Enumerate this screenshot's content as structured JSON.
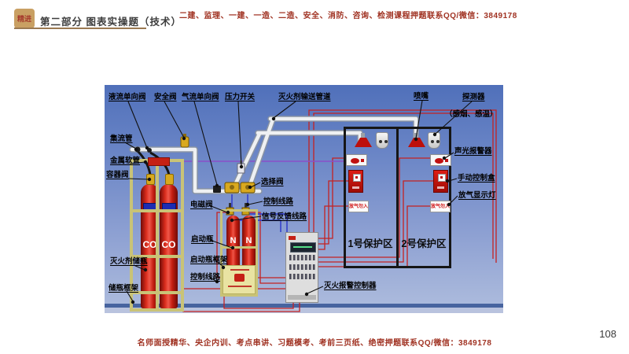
{
  "header": {
    "logo_text": "精进",
    "section_title": "第二部分 图表实操题（技术）",
    "promo_text": "二建、监理、一建、一造、二造、安全、消防、咨询、检测课程押题联系QQ/微信：3849178"
  },
  "footer": {
    "promo_text": "名师面授精华、央企内训、考点串讲、习题模考、考前三页纸、绝密押题联系QQ/微信：3849178",
    "page_number": "108"
  },
  "diagram": {
    "labels": {
      "liquid_check_valve": "液流单向阀",
      "safety_valve": "安全阀",
      "gas_check_valve": "气流单向阀",
      "pressure_switch": "压力开关",
      "delivery_pipe": "灭火剂输送管道",
      "nozzle": "喷嘴",
      "detector": "探测器",
      "detector_sub": "（感烟、感温）",
      "manifold": "集流管",
      "metal_hose": "金属软管",
      "container_valve": "容器阀",
      "agent_cylinder": "灭火剂储瓶",
      "cylinder_rack": "储瓶框架",
      "solenoid_valve": "电磁阀",
      "pilot_cylinder": "启动瓶",
      "pilot_rack": "启动瓶框架",
      "control_line_lower": "控制线路",
      "selector_valve": "选择阀",
      "control_line_upper": "控制线路",
      "signal_feedback_line": "信号反馈线路",
      "sound_light_alarm": "声光报警器",
      "manual_control_box": "手动控制盒",
      "gas_discharge_lamp": "放气显示灯",
      "zone1": "1号保护区",
      "zone2": "2号保护区",
      "controller": "灭火报警控制器"
    },
    "cylinder_text": "CO",
    "pilot_bottle_text": "N",
    "warning_sign_text": "放气勿入",
    "colors": {
      "wire_red": "#c42222",
      "wire_blue": "#2a35c8",
      "wire_purple": "#8a4fc8",
      "promo_red": "#a03222",
      "cylinder_red": "#cf1a10",
      "frame_yellow": "#c9c377",
      "bg_top": "#5070ba",
      "bg_bottom": "#aab9dc"
    }
  }
}
